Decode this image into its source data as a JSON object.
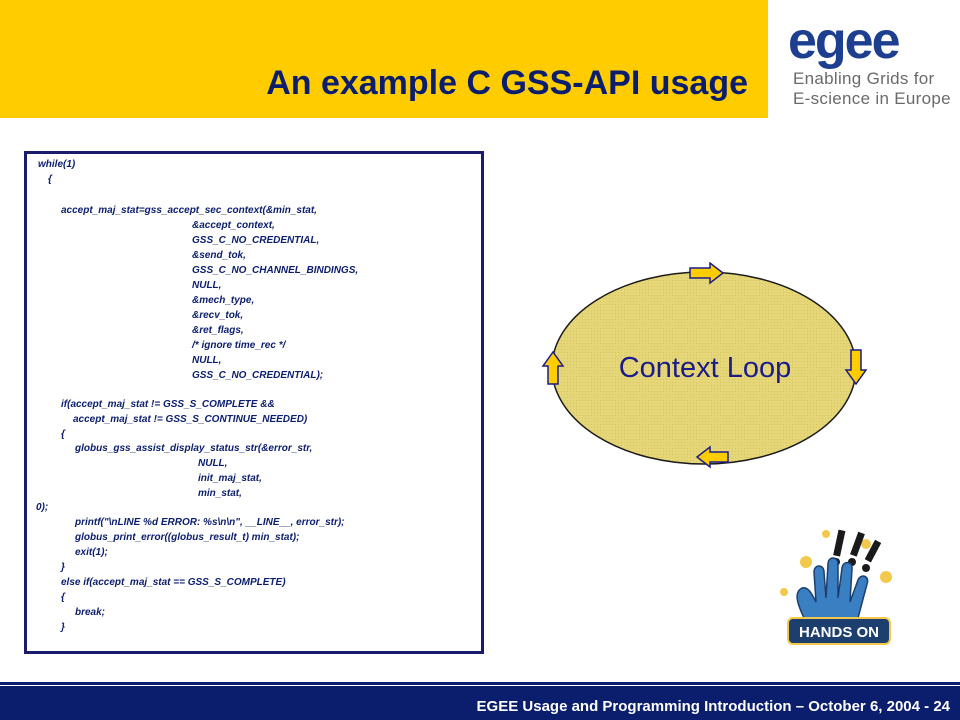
{
  "slide": {
    "title": "An example C GSS-API usage",
    "footer": "EGEE Usage and Programming Introduction – October 6, 2004  - 24"
  },
  "logo": {
    "wordmark": "egee",
    "line1": "Enabling Grids for",
    "line2": "E-science in Europe"
  },
  "code": {
    "lines": [
      "while(1)",
      "{",
      "",
      "accept_maj_stat=gss_accept_sec_context(&min_stat,",
      "&accept_context,",
      "GSS_C_NO_CREDENTIAL,",
      "&send_tok,",
      "GSS_C_NO_CHANNEL_BINDINGS,",
      "NULL,",
      "&mech_type,",
      "&recv_tok,",
      "&ret_flags,",
      "/* ignore time_rec */",
      "NULL,",
      "GSS_C_NO_CREDENTIAL);",
      "",
      "if(accept_maj_stat != GSS_S_COMPLETE &&",
      "accept_maj_stat != GSS_S_CONTINUE_NEEDED)",
      "{",
      "globus_gss_assist_display_status_str(&error_str,",
      "NULL,",
      "init_maj_stat,",
      "min_stat,",
      "0);",
      "printf(\"\\nLINE %d ERROR: %s\\n\\n\", __LINE__, error_str);",
      "globus_print_error((globus_result_t) min_stat);",
      "exit(1);",
      "}",
      "else if(accept_maj_stat == GSS_S_COMPLETE)",
      "{",
      "break;",
      "}"
    ]
  },
  "diagram": {
    "label": "Context Loop",
    "fill_color": "#e6d67a",
    "arrow_color": "#ffcc00"
  },
  "badge": {
    "text": "HANDS ON"
  },
  "colors": {
    "header": "#ffcc00",
    "navy": "#0b1e6e"
  }
}
